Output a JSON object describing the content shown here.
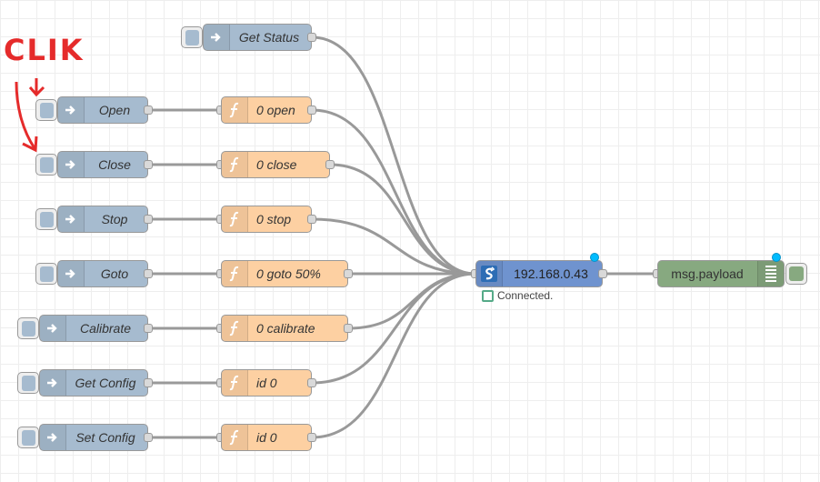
{
  "annotation": {
    "text": "CLIK",
    "color": "#e52b2b"
  },
  "colors": {
    "inject": "#a6bbcf",
    "function": "#fdd0a2",
    "mqtt": "#6f93cf",
    "debug": "#87a980",
    "wire": "#999999",
    "changed_indicator": "#00bcff",
    "status_connected": "#5a8"
  },
  "inject_nodes": [
    {
      "id": "get-status",
      "label": "Get Status",
      "icon": "arrow-in-icon"
    },
    {
      "id": "open",
      "label": "Open",
      "icon": "arrow-in-icon"
    },
    {
      "id": "close",
      "label": "Close",
      "icon": "arrow-in-icon"
    },
    {
      "id": "stop",
      "label": "Stop",
      "icon": "arrow-in-icon"
    },
    {
      "id": "goto",
      "label": "Goto",
      "icon": "arrow-in-icon"
    },
    {
      "id": "calibrate",
      "label": "Calibrate",
      "icon": "arrow-in-icon"
    },
    {
      "id": "get-config",
      "label": "Get Config",
      "icon": "arrow-in-icon"
    },
    {
      "id": "set-config",
      "label": "Set Config",
      "icon": "arrow-in-icon"
    }
  ],
  "function_nodes": [
    {
      "id": "fn-open",
      "label": "0 open",
      "icon": "function-icon"
    },
    {
      "id": "fn-close",
      "label": "0 close",
      "icon": "function-icon"
    },
    {
      "id": "fn-stop",
      "label": "0 stop",
      "icon": "function-icon"
    },
    {
      "id": "fn-goto",
      "label": "0 goto 50%",
      "icon": "function-icon"
    },
    {
      "id": "fn-calibrate",
      "label": "0 calibrate",
      "icon": "function-icon"
    },
    {
      "id": "fn-get-config",
      "label": "id 0",
      "icon": "function-icon"
    },
    {
      "id": "fn-set-config",
      "label": "id 0",
      "icon": "function-icon"
    }
  ],
  "mqtt_node": {
    "label": "192.168.0.43",
    "icon": "bridge-icon",
    "status": "Connected."
  },
  "debug_node": {
    "label": "msg.payload",
    "icon": "list-icon"
  }
}
